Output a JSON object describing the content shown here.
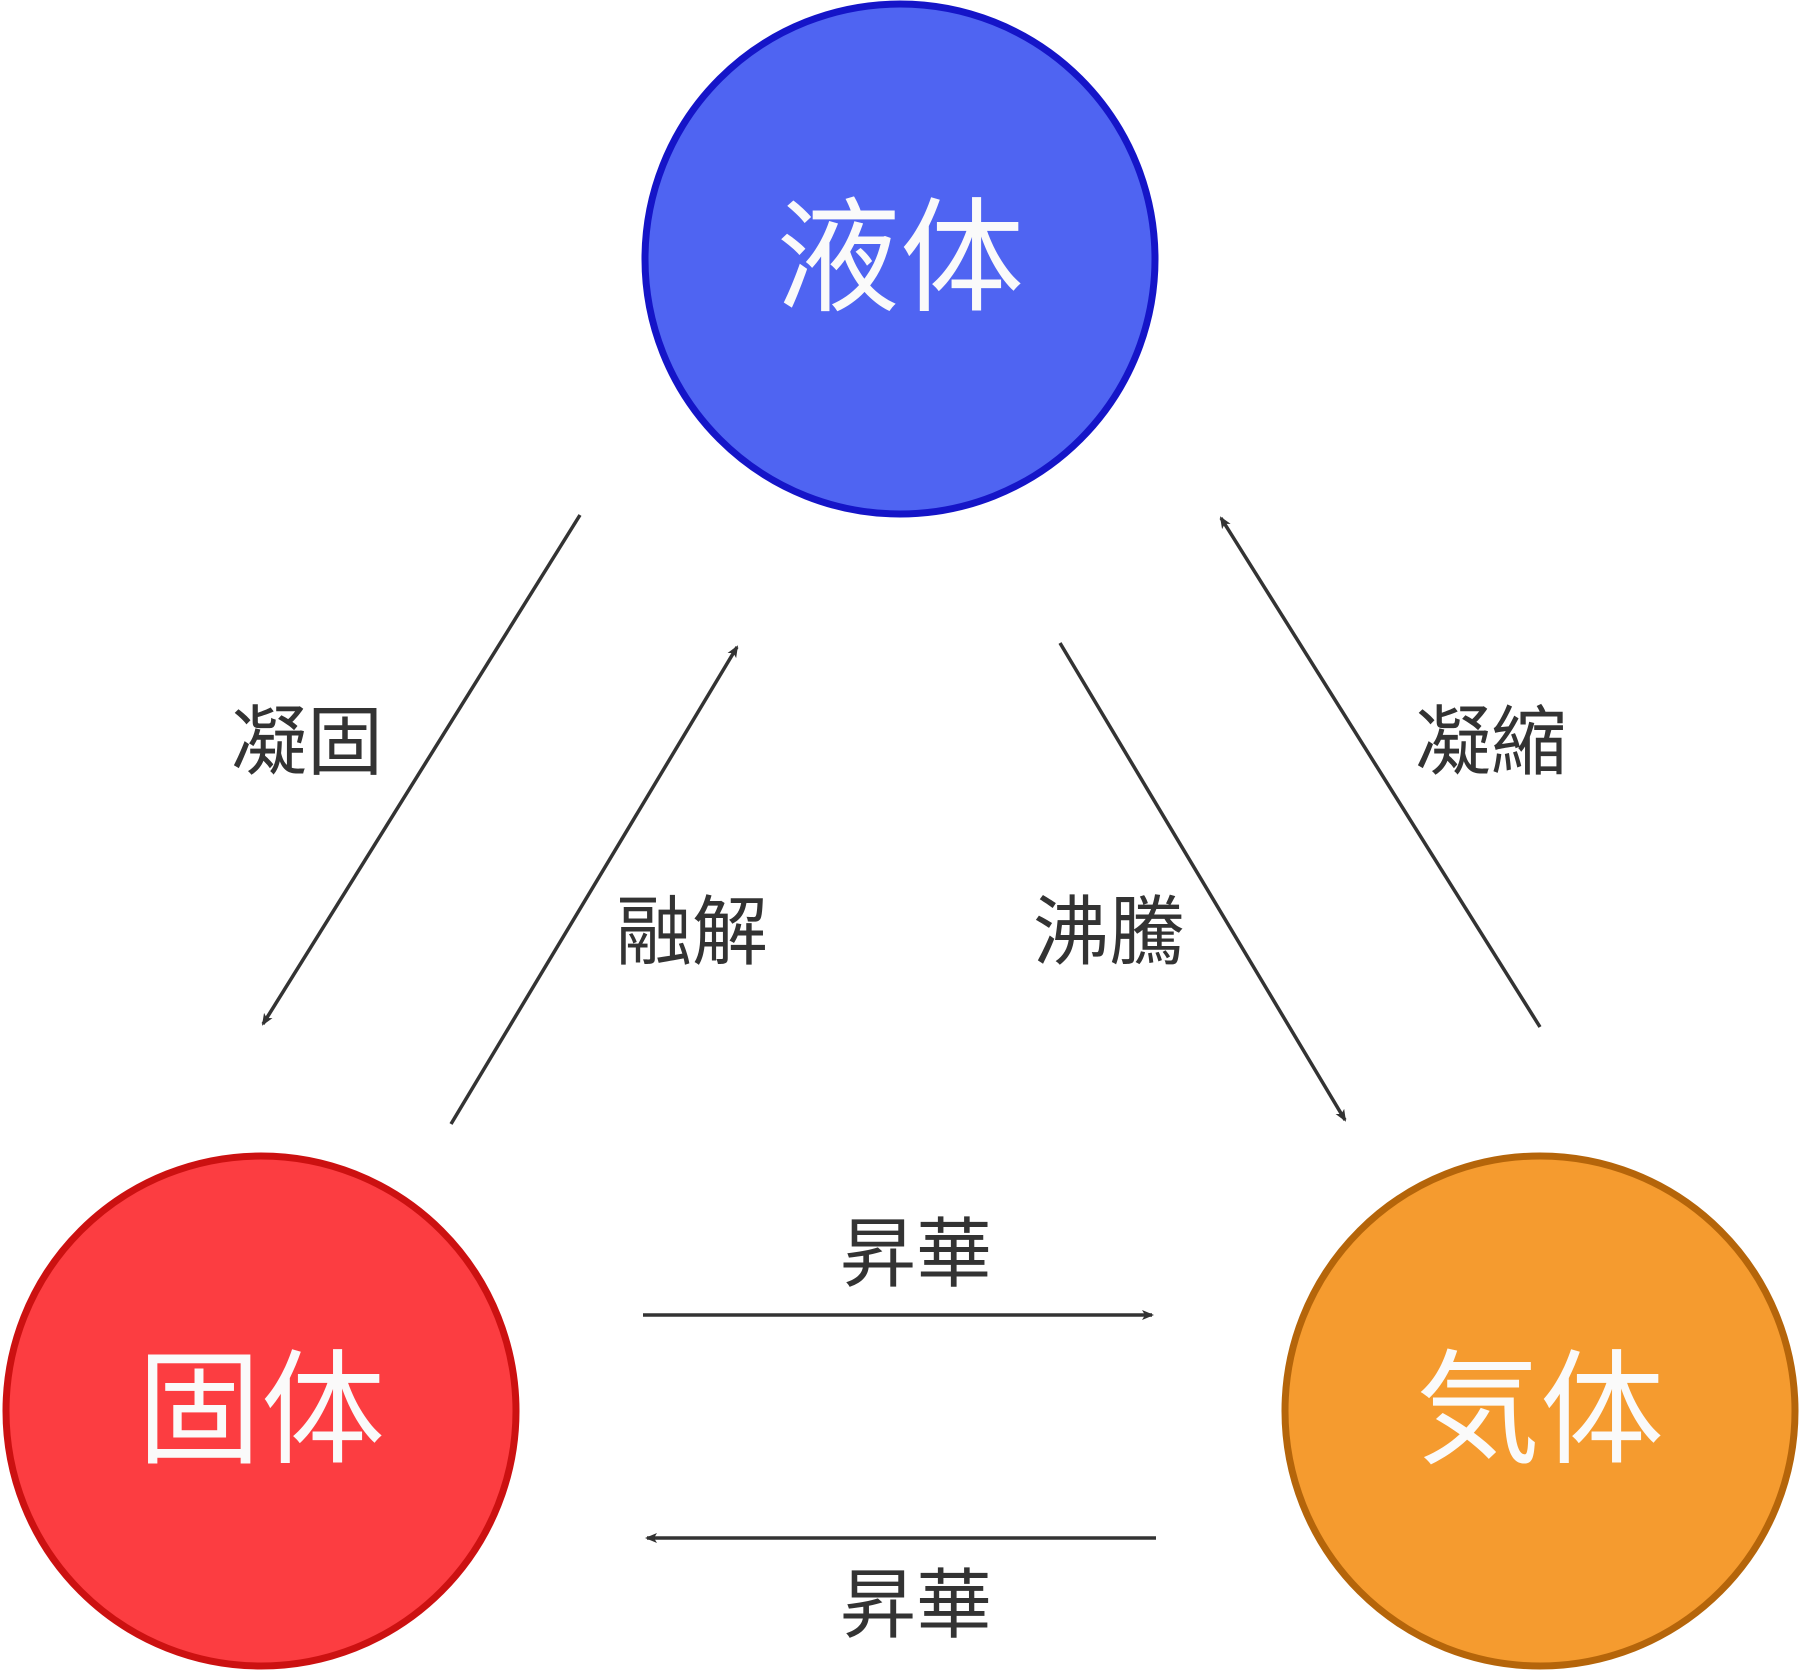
{
  "nodes": {
    "liquid": {
      "label": "液体",
      "fill": "#4F64F2",
      "stroke": "#1515C8"
    },
    "solid": {
      "label": "固体",
      "fill": "#FC3D41",
      "stroke": "#CC1111"
    },
    "gas": {
      "label": "気体",
      "fill": "#F59B2F",
      "stroke": "#B5650A"
    }
  },
  "edges": {
    "freezing": "凝固",
    "melting": "融解",
    "boiling": "沸騰",
    "condensation": "凝縮",
    "sublimation_top": "昇華",
    "sublimation_bottom": "昇華"
  },
  "arrow_color": "#333333"
}
